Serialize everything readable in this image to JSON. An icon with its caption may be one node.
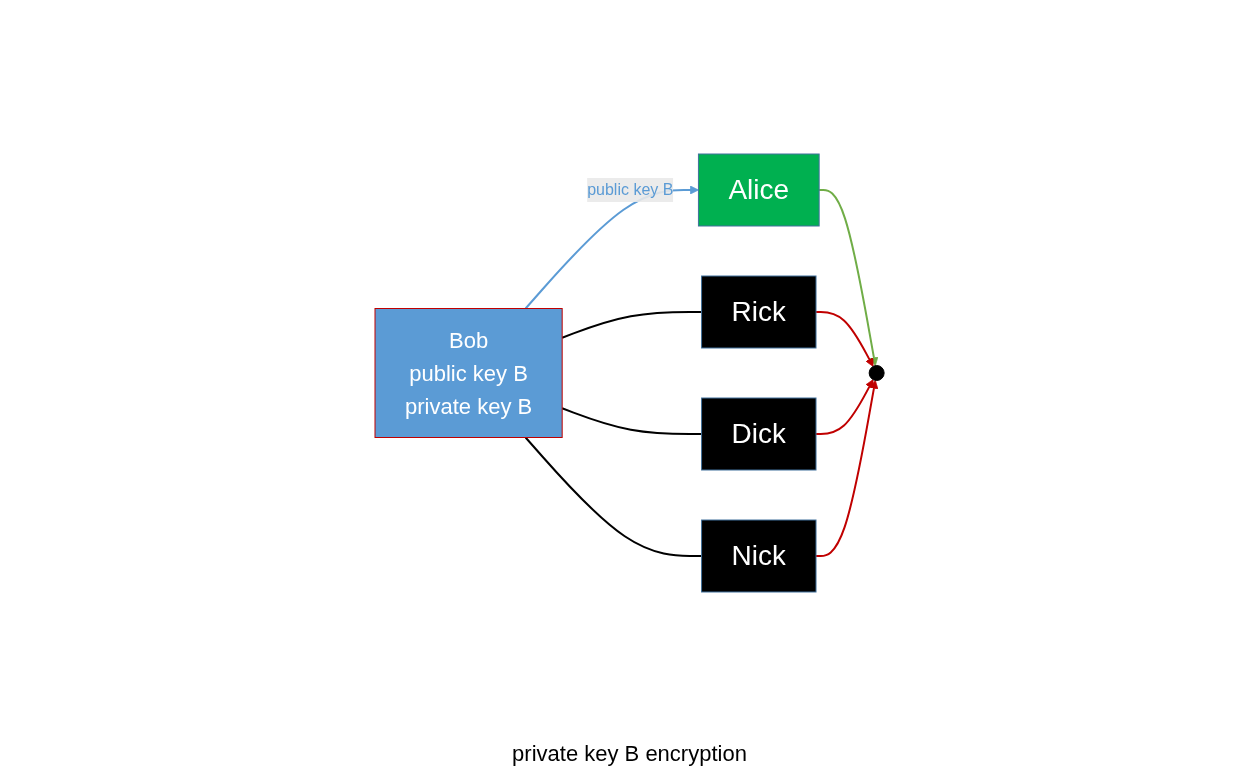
{
  "diagram": {
    "nodes": [
      {
        "text": [
          "Bob",
          "public key B",
          "private key B"
        ]
      },
      {
        "text": [
          "Alice"
        ]
      },
      {
        "text": [
          "Rick"
        ]
      },
      {
        "text": [
          "Dick"
        ]
      },
      {
        "text": [
          "Nick"
        ]
      },
      {
        "text": [],
        "shape": "circle"
      }
    ],
    "edges": [
      {
        "from": 0,
        "to": 1,
        "arrow": "to",
        "label": "public key B",
        "color": "#5b9bd5"
      },
      {
        "from": 1,
        "to": 5,
        "arrow": "to",
        "color": "#70ad47"
      },
      {
        "from": 2,
        "to": 5,
        "arrow": "to",
        "color": "#c00000"
      },
      {
        "from": 3,
        "to": 5,
        "arrow": "to",
        "color": "#c00000"
      },
      {
        "from": 4,
        "to": 5,
        "arrow": "to",
        "color": "#c00000"
      },
      {
        "from": 0,
        "to": 2,
        "arrow": "none",
        "color": "#000000"
      },
      {
        "from": 0,
        "to": 3,
        "arrow": "none",
        "color": "#000000"
      },
      {
        "from": 0,
        "to": 4,
        "arrow": "none",
        "color": "#000000"
      }
    ],
    "labels": [
      "private key B encryption"
    ]
  }
}
